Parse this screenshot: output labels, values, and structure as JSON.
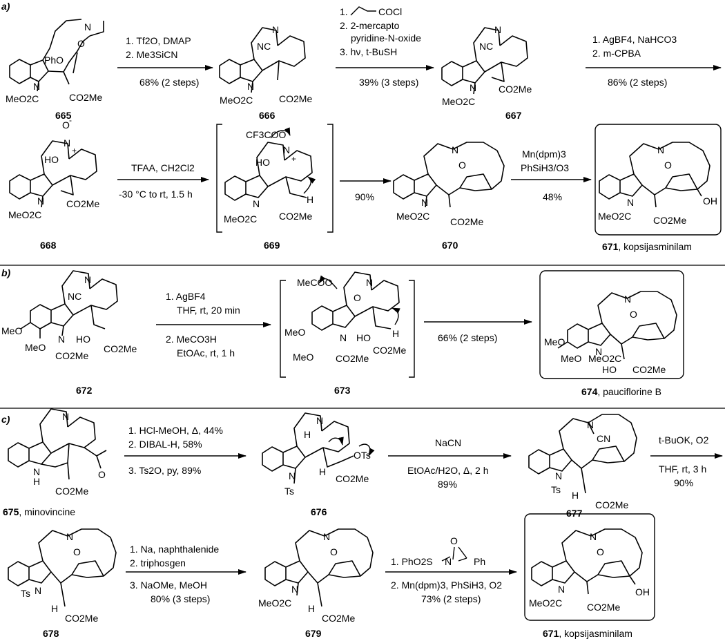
{
  "panels": {
    "a": {
      "label": "a)"
    },
    "b": {
      "label": "b)"
    },
    "c": {
      "label": "c)"
    }
  },
  "compounds": {
    "c665": {
      "num": "665",
      "atoms": {
        "n": "N",
        "o": "O",
        "pho": "PhO",
        "meo2c": "MeO2C",
        "co2me": "CO2Me"
      }
    },
    "c666": {
      "num": "666",
      "atoms": {
        "n": "N",
        "nc": "NC",
        "meo2c": "MeO2C",
        "co2me": "CO2Me"
      }
    },
    "c667": {
      "num": "667",
      "atoms": {
        "n": "N",
        "nc": "NC",
        "meo2c": "MeO2C",
        "co2me": "CO2Me"
      }
    },
    "c668": {
      "num": "668",
      "atoms": {
        "o": "O",
        "n": "N",
        "plus": "+",
        "minus": "-",
        "ho": "HO",
        "meo2c": "MeO2C",
        "co2me": "CO2Me"
      }
    },
    "c669": {
      "num": "669",
      "atoms": {
        "cf3coo": "CF3COO",
        "n": "N",
        "plus": "+",
        "ho": "HO",
        "h": "H",
        "meo2c": "MeO2C",
        "co2me": "CO2Me"
      }
    },
    "c670": {
      "num": "670",
      "atoms": {
        "n": "N",
        "o": "O",
        "meo2c": "MeO2C",
        "co2me": "CO2Me"
      }
    },
    "c671a": {
      "num": "671",
      "name": ", kopsijasminilam",
      "atoms": {
        "n": "N",
        "o": "O",
        "meo2c": "MeO2C",
        "co2me": "CO2Me",
        "oh": "OH"
      }
    },
    "c672": {
      "num": "672",
      "atoms": {
        "n": "N",
        "nc": "NC",
        "meo1": "MeO",
        "meo2": "MeO",
        "ho": "HO",
        "co2me": "CO2Me",
        "co2me2": "CO2Me"
      }
    },
    "c673": {
      "num": "673",
      "atoms": {
        "mecoo": "MeCOO",
        "o": "O",
        "n": "N",
        "meo1": "MeO",
        "meo2": "MeO",
        "ho": "HO",
        "co2me": "CO2Me",
        "co2me2": "CO2Me",
        "h": "H"
      }
    },
    "c674": {
      "num": "674",
      "name": ", pauciflorine B",
      "atoms": {
        "n": "N",
        "o": "O",
        "meo1": "MeO",
        "meo2": "MeO",
        "meo2c": "MeO2C",
        "ho": "HO",
        "co2me": "CO2Me"
      }
    },
    "c675": {
      "num": "675",
      "name": ", minovincine",
      "atoms": {
        "n": "N",
        "nh": "N",
        "h": "H",
        "o": "O",
        "co2me": "CO2Me"
      }
    },
    "c676": {
      "num": "676",
      "atoms": {
        "n": "N",
        "h1": "H",
        "h2": "H",
        "ots": "OTs",
        "co2me": "CO2Me",
        "ts": "Ts"
      }
    },
    "c677": {
      "num": "677",
      "atoms": {
        "n": "N",
        "cn": "CN",
        "ts": "Ts",
        "h": "H",
        "co2me": "CO2Me"
      }
    },
    "c678": {
      "num": "678",
      "atoms": {
        "n": "N",
        "o": "O",
        "ts": "Ts",
        "h": "H",
        "co2me": "CO2Me"
      }
    },
    "c679": {
      "num": "679",
      "atoms": {
        "n": "N",
        "o": "O",
        "meo2c": "MeO2C",
        "h": "H",
        "co2me": "CO2Me"
      }
    },
    "c671c": {
      "num": "671",
      "name": ", kopsijasminilam",
      "atoms": {
        "n": "N",
        "o": "O",
        "meo2c": "MeO2C",
        "co2me": "CO2Me",
        "oh": "OH"
      }
    }
  },
  "arrows": {
    "a1": {
      "above": [
        "1. Tf2O, DMAP",
        "2. Me3SiCN"
      ],
      "below": [
        "68% (2 steps)"
      ]
    },
    "a2": {
      "above": [
        "1.",
        "2. 2-mercapto",
        "pyridine-N-oxide",
        "3. hν, t-BuSH"
      ],
      "reagent": "COCl",
      "below": [
        "39% (3 steps)"
      ]
    },
    "a3": {
      "above": [
        "1. AgBF4, NaHCO3",
        "2. m-CPBA"
      ],
      "below": [
        "86% (2 steps)"
      ]
    },
    "a4": {
      "above": [
        "TFAA, CH2Cl2"
      ],
      "below": [
        "-30 °C to rt, 1.5 h"
      ]
    },
    "a5": {
      "above": [],
      "below": [
        "90%"
      ]
    },
    "a6": {
      "above": [
        "Mn(dpm)3",
        "PhSiH3/O3"
      ],
      "below": [
        "48%"
      ]
    },
    "b1": {
      "above": [
        "1. AgBF4",
        "THF, rt, 20 min"
      ],
      "below": [
        "2. MeCO3H",
        "EtOAc, rt, 1 h"
      ]
    },
    "b2": {
      "above": [],
      "below": [
        "66% (2 steps)"
      ]
    },
    "c1": {
      "above": [
        "1. HCl-MeOH, Δ, 44%",
        "2. DIBAL-H, 58%"
      ],
      "below": [
        "3. Ts2O, py, 89%"
      ]
    },
    "c2": {
      "above": [
        "NaCN"
      ],
      "below": [
        "EtOAc/H2O, Δ, 2 h",
        "89%"
      ]
    },
    "c3": {
      "above": [
        "t-BuOK, O2"
      ],
      "below": [
        "THF, rt, 3 h",
        "90%"
      ]
    },
    "c4": {
      "above": [
        "1. Na, naphthalenide",
        "2. triphosgen"
      ],
      "below": [
        "3. NaOMe, MeOH",
        "80% (3 steps)"
      ]
    },
    "c5": {
      "above": [
        "1. PhO2S",
        "N",
        "O",
        "Ph"
      ],
      "below": [
        "2. Mn(dpm)3, PhSiH3, O2",
        "73% (2 steps)"
      ]
    }
  }
}
